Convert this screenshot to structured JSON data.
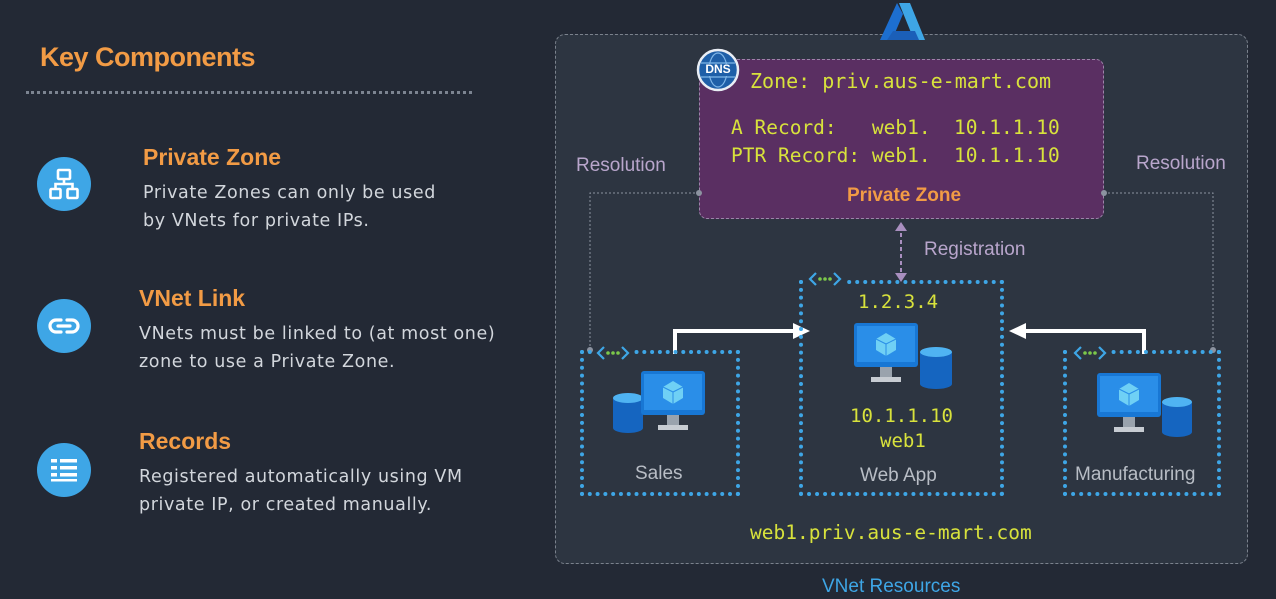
{
  "left_panel": {
    "heading": "Key Components",
    "components": [
      {
        "icon": "hierarchy-icon",
        "title": "Private Zone",
        "lines": [
          "Private Zones can only be used",
          "by VNets for private IPs."
        ]
      },
      {
        "icon": "link-icon",
        "title": "VNet Link",
        "lines": [
          "VNets must be linked to (at most one)",
          "zone to use a Private Zone."
        ]
      },
      {
        "icon": "records-list-icon",
        "title": "Records",
        "lines": [
          "Registered automatically using VM",
          "private IP, or created manually."
        ]
      }
    ]
  },
  "diagram": {
    "vnet_label": "VNet Resources",
    "private_zone": {
      "zone_line": "Zone: priv.aus-e-mart.com",
      "a_record": "A Record:   web1.  10.1.1.10",
      "ptr_record": "PTR Record: web1.  10.1.1.10",
      "caption": "Private Zone",
      "badge": "DNS"
    },
    "labels": {
      "resolution_left": "Resolution",
      "resolution_right": "Resolution",
      "registration": "Registration"
    },
    "hosts": {
      "sales": "Sales",
      "web_app": "Web App",
      "manufacturing": "Manufacturing"
    },
    "web_app_public_ip": "1.2.3.4",
    "web_app_private_ip": "10.1.1.10",
    "web_app_hostname": "web1",
    "fqdn": "web1.priv.aus-e-mart.com"
  },
  "colors": {
    "background": "#232935",
    "accent_orange": "#f29b45",
    "accent_blue": "#3ea6e6",
    "zone_purple": "#5a2f62",
    "mono_yellow": "#d8e23c"
  }
}
